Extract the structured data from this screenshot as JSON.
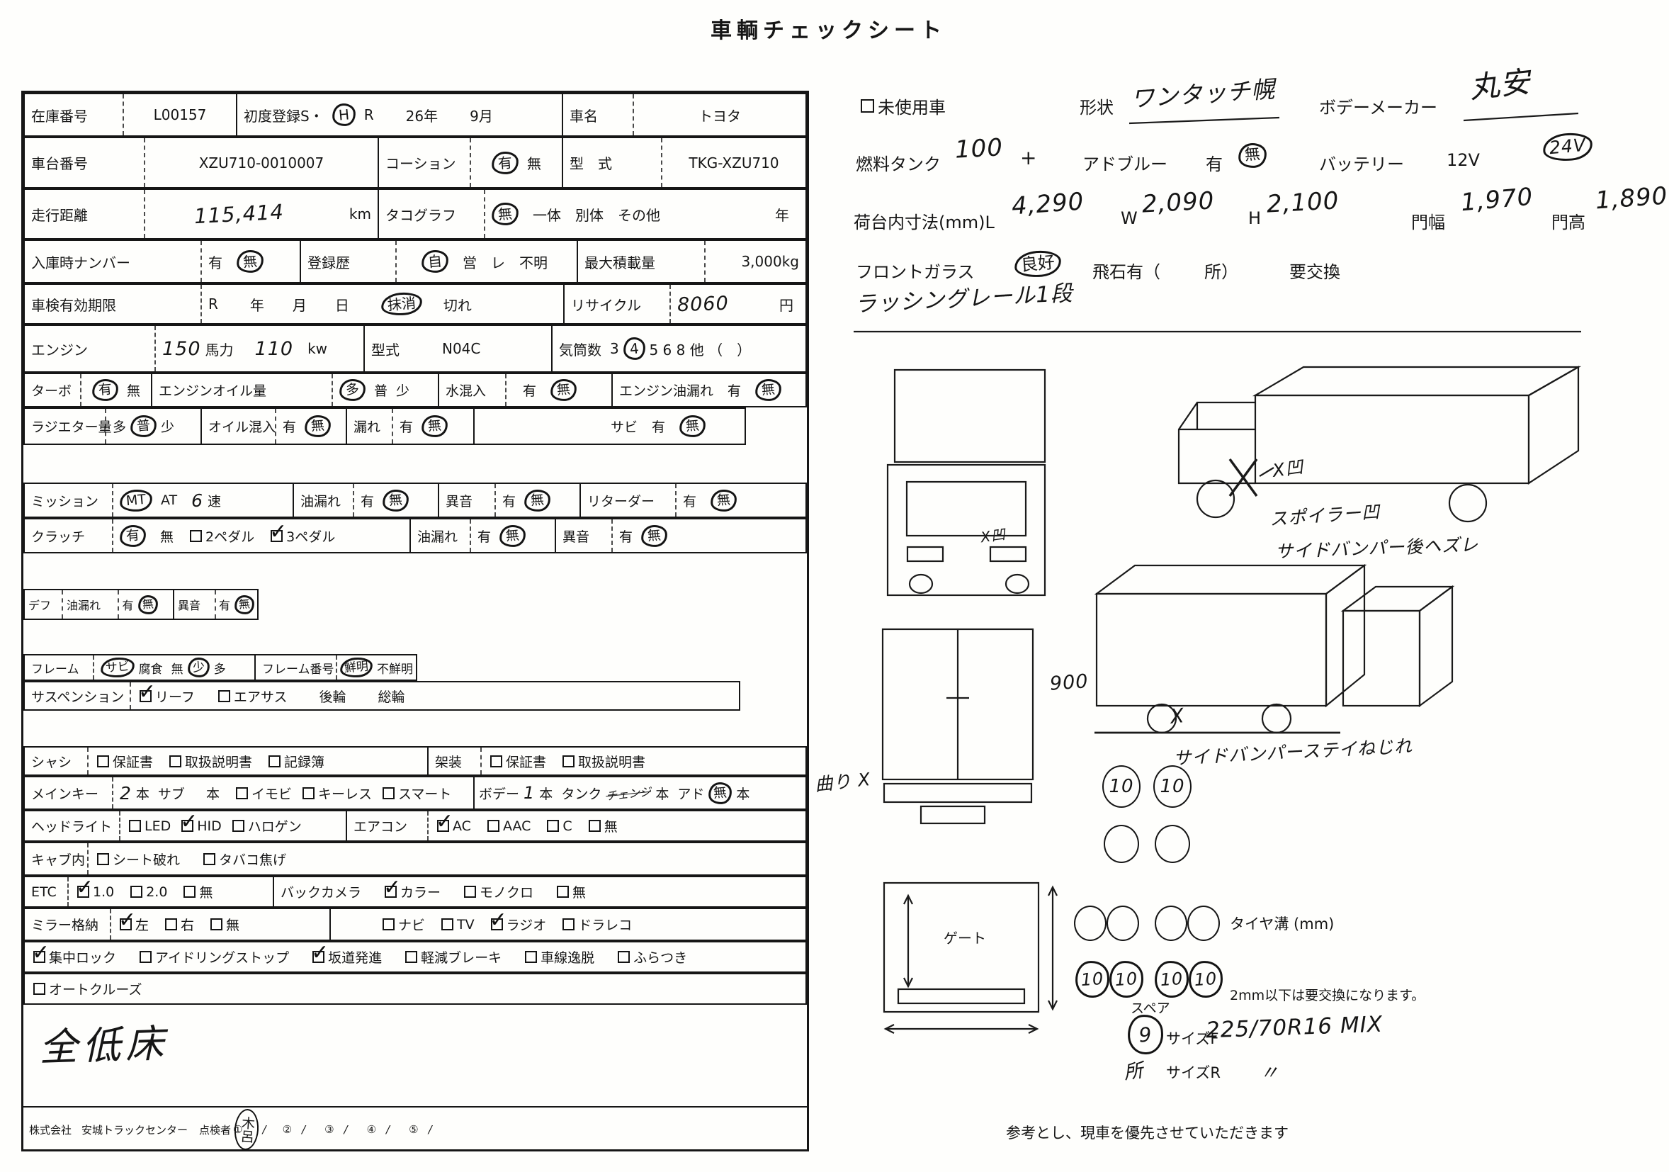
{
  "title": "車輌チェックシート",
  "table": {
    "r1": {
      "label": "在庫番号",
      "stock": "L00157",
      "reg_label": "初度登録S・",
      "era": "H",
      "r": "R",
      "year": "26年",
      "month": "9月",
      "name_label": "車名",
      "name": "トヨタ"
    },
    "r2": {
      "label": "車台番号",
      "vin": "XZU710-0010007",
      "caution": "コーション",
      "yes": "有",
      "no": "無",
      "model_label": "型　式",
      "model": "TKG-XZU710"
    },
    "r3": {
      "label": "走行距離",
      "km": "115,414",
      "unit": "km",
      "tacho": "タコグラフ",
      "no": "無",
      "opts": "一体　別体　その他",
      "year": "年"
    },
    "r4": {
      "label": "入庫時ナンバー",
      "yes": "有",
      "no": "無",
      "reg": "登録歴",
      "self": "自",
      "opts": "営　レ　不明",
      "load_label": "最大積載量",
      "load": "3,000kg"
    },
    "r5": {
      "label": "車検有効期限",
      "era": "R",
      "ymd": "年　　月　　日",
      "erased": "抹消",
      "expired": "切れ",
      "recycle": "リサイクル",
      "fee": "8060",
      "yen": "円"
    },
    "r6": {
      "label": "エンジン",
      "hp": "150",
      "hp_unit": "馬力",
      "kw": "110",
      "kw_unit": "kw",
      "model_label": "型式",
      "model": "N04C",
      "cyl_label": "気筒数",
      "c3": "3",
      "c4": "4",
      "c_rest": "5 6 8 他 （　）"
    },
    "r7": {
      "label": "ターボ",
      "yes": "有",
      "no": "無",
      "oil_label": "エンジンオイル量",
      "much": "多",
      "mid": "普",
      "few": "少",
      "water": "水混入",
      "w_yes": "有",
      "w_no": "無",
      "leak": "エンジン油漏れ",
      "l_yes": "有",
      "l_no": "無"
    },
    "r8": {
      "label": "ラジエター量",
      "much": "多",
      "mid": "普",
      "few": "少",
      "mix": "オイル混入",
      "m_yes": "有",
      "m_no": "無",
      "leak": "漏れ",
      "l_yes": "有",
      "l_no": "無",
      "rust": "サビ",
      "r_yes": "有",
      "r_no": "無"
    },
    "r9": {
      "label": "ミッション",
      "mt": "MT",
      "at": "AT",
      "speed": "6",
      "speed_unit": "速",
      "leak": "油漏れ",
      "l_yes": "有",
      "l_no": "無",
      "noise": "異音",
      "n_yes": "有",
      "n_no": "無",
      "retarder": "リターダー",
      "rt_yes": "有",
      "rt_no": "無"
    },
    "r10": {
      "label": "クラッチ",
      "yes": "有",
      "no": "無",
      "p2": "2ペダル",
      "p3": "3ペダル",
      "leak": "油漏れ",
      "l_yes": "有",
      "l_no": "無",
      "noise": "異音",
      "n_yes": "有",
      "n_no": "無"
    },
    "r11": {
      "label": "デフ",
      "leak": "油漏れ",
      "l_yes": "有",
      "l_no": "無",
      "noise": "異音",
      "n_yes": "有",
      "n_no": "無"
    },
    "r12": {
      "label": "フレーム",
      "rust": "サビ",
      "corrosion": "腐食",
      "none": "無",
      "few": "少",
      "many": "多",
      "num_label": "フレーム番号",
      "clear": "鮮明",
      "unclear": "不鮮明"
    },
    "r13": {
      "label": "サスペンション",
      "leaf": "リーフ",
      "air": "エアサス",
      "rear": "後輪",
      "all": "総輪"
    },
    "r14": {
      "label": "シャシ",
      "w": "保証書",
      "m": "取扱説明書",
      "rec": "記録簿",
      "body_label": "架装",
      "w2": "保証書",
      "m2": "取扱説明書"
    },
    "r15": {
      "label": "メインキー",
      "num": "2",
      "hon": "本",
      "sub": "サブ",
      "hon2": "本",
      "immo": "イモビ",
      "keyless": "キーレス",
      "smart": "スマート",
      "body": "ボデー",
      "bnum": "1",
      "bhon": "本",
      "tank": "タンク",
      "scribble": "チェンジ",
      "thon": "本",
      "ad": "アド",
      "ad_no": "無",
      "ahon": "本"
    },
    "r16": {
      "label": "ヘッドライト",
      "led": "LED",
      "hid": "HID",
      "halogen": "ハロゲン",
      "aircon": "エアコン",
      "ac": "AC",
      "aac": "AAC",
      "c": "C",
      "none": "無"
    },
    "r17": {
      "label": "キャブ内",
      "seat": "シート破れ",
      "tobacco": "タバコ焦げ"
    },
    "r18": {
      "label": "ETC",
      "v1": "1.0",
      "v2": "2.0",
      "none": "無",
      "cam": "バックカメラ",
      "color": "カラー",
      "mono": "モノクロ",
      "none2": "無"
    },
    "r19": {
      "label": "ミラー格納",
      "left": "左",
      "right": "右",
      "none": "無",
      "navi": "ナビ",
      "tv": "TV",
      "radio": "ラジオ",
      "recorder": "ドラレコ"
    },
    "r20": {
      "lock": "集中ロック",
      "idling": "アイドリングストップ",
      "hill": "坂道発進",
      "brake": "軽減ブレーキ",
      "lane": "車線逸脱",
      "sway": "ふらつき"
    },
    "r21": {
      "cruise": "オートクルーズ"
    },
    "low_floor": "全低床",
    "footer": {
      "company": "株式会社",
      "center": "安城トラックセンター",
      "inspector": "点検者",
      "n1": "①",
      "stamp": "木呂",
      "s1": "/",
      "n2": "②",
      "s2": "/",
      "n3": "③",
      "s3": "/",
      "n4": "④",
      "s4": "/",
      "n5": "⑤",
      "s5": "/"
    }
  },
  "right": {
    "unused": "未使用車",
    "shape_label": "形状",
    "shape": "ワンタッチ幌",
    "maker_label": "ボデーメーカー",
    "maker": "丸安",
    "fuel_label": "燃料タンク",
    "fuel": "100",
    "plus": "+",
    "adblue_label": "アドブルー",
    "ad_yes": "有",
    "ad_no": "無",
    "battery_label": "バッテリー",
    "battery": "12V",
    "battery_note": "24V",
    "bed_label": "荷台内寸法(mm)L",
    "bed_l": "4,290",
    "w_label": "W",
    "bed_w": "2,090",
    "h_label": "H",
    "bed_h": "2,100",
    "gate_w_label": "門幅",
    "gate_w": "1,970",
    "gate_h_label": "門高",
    "gate_h": "1,890",
    "glass_label": "フロントガラス",
    "glass_ok": "良好",
    "stone": "飛石有（",
    "place": "所）",
    "replace": "要交換",
    "lashing": "ラッシングレール1段",
    "front_dent": "X凹",
    "t1_dent": "X凹",
    "t1_spoiler": "スポイラー凹",
    "t1_bumper": "サイドバンパー後ヘズレ",
    "t2_900": "900",
    "t2_x": "X",
    "t2_stay": "サイドバンパーステイねじれ",
    "bend": "曲り X",
    "gate": "ゲート",
    "tire_f1": "10",
    "tire_f2": "10",
    "groove_label": "タイヤ溝 (mm)",
    "tire_r1": "10",
    "tire_r2": "10",
    "tire_r3": "10",
    "tire_r4": "10",
    "groove_note": "2mm以下は要交換になります。",
    "spare_label": "スペア",
    "spare": "9",
    "spare_place": "所",
    "sizef_label": "サイズF",
    "sizef": "225/70R16 MIX",
    "sizer_label": "サイズR",
    "sizer": "〃",
    "note": "参考とし、現車を優先させていただきます"
  }
}
